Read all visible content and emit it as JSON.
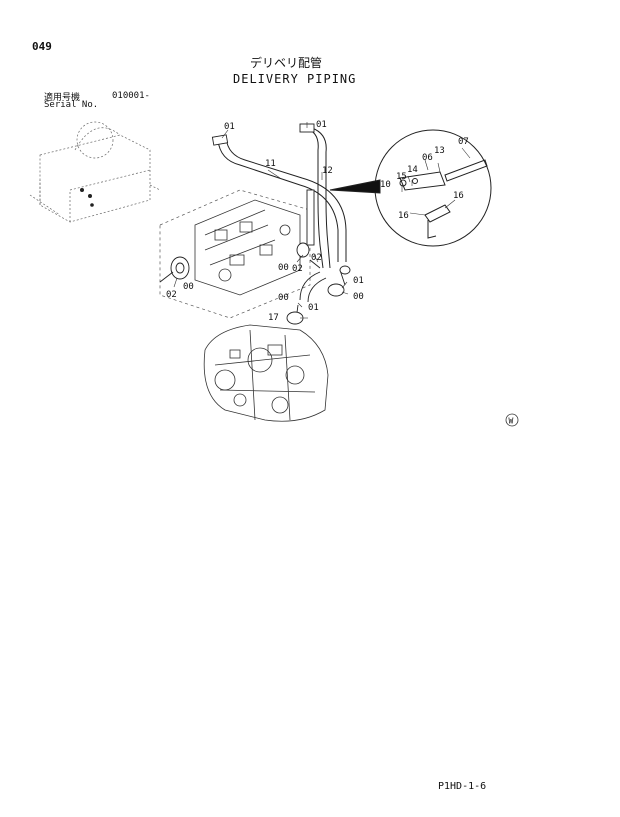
{
  "page": {
    "number": "049",
    "title_jp": "デリベリ配管",
    "title_en": "DELIVERY PIPING",
    "serial_label_jp": "適用号機",
    "serial_range": "010001-",
    "serial_label_en": "Serial No.",
    "footer_code": "P1HD-1-6"
  },
  "callouts": [
    "01",
    "11",
    "01",
    "12",
    "02",
    "00",
    "02",
    "00",
    "00",
    "02",
    "01",
    "00",
    "01",
    "17",
    "07",
    "06",
    "13",
    "14",
    "15",
    "10",
    "16"
  ],
  "watermark": "W"
}
